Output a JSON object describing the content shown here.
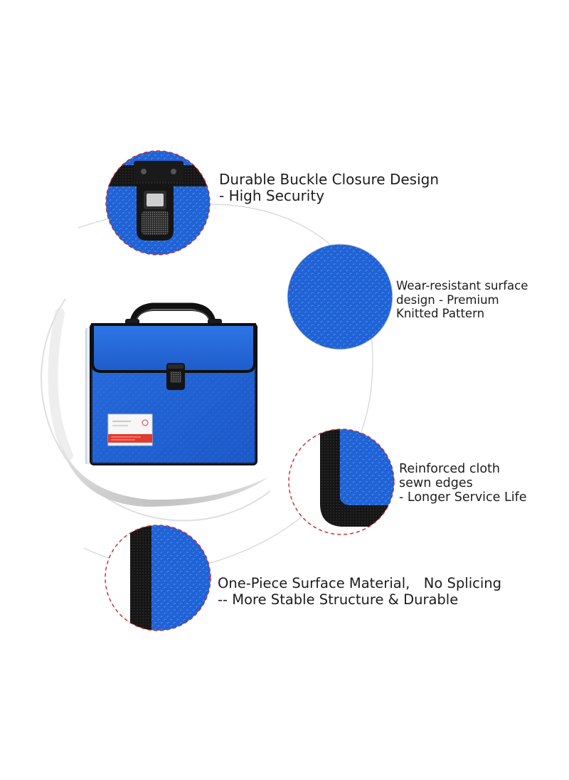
{
  "features": {
    "buckle": {
      "line1": "Durable Buckle Closure Design",
      "line2": "- High Security"
    },
    "surface": {
      "line1": "Wear-resistant surface",
      "line2": "design - Premium",
      "line3": "Knitted Pattern"
    },
    "edges": {
      "line1": "Reinforced cloth",
      "line2": "sewn edges",
      "line3": "- Longer Service Life"
    },
    "material": {
      "line1": "One-Piece Surface Material,　No Splicing",
      "line2": "-- More Stable Structure & Durable"
    }
  },
  "colors": {
    "folder_blue": "#1f63d6",
    "folder_blue_dark": "#123f9c",
    "binding_black": "#141414",
    "dashed_ring_red": "#c9262b",
    "arc_grey": "#d2d2d2",
    "background": "#ffffff"
  },
  "icons": [
    "buckle-closure-icon",
    "folder-handle-icon"
  ]
}
